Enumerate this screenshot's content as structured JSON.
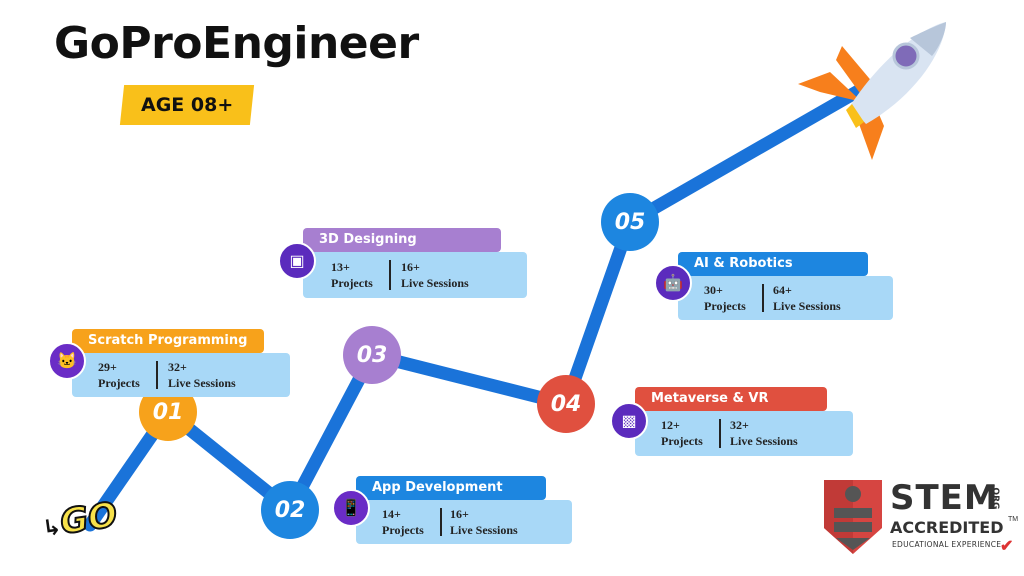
{
  "header": {
    "title": "GoProEngineer",
    "age_badge": "AGE 08+"
  },
  "colors": {
    "path": "#1a73d9",
    "stats_bg": "#a8d8f7",
    "icon_bg": "#5b2bbd"
  },
  "nodes": [
    {
      "label": "01",
      "color": "#f7a21b"
    },
    {
      "label": "02",
      "color": "#1d86e0"
    },
    {
      "label": "03",
      "color": "#a77fd0"
    },
    {
      "label": "04",
      "color": "#e0503f"
    },
    {
      "label": "05",
      "color": "#1d86e0"
    }
  ],
  "courses": [
    {
      "name": "Scratch Programming",
      "color": "#f7a21b",
      "icon": "scratch-cat-icon",
      "projects_count": "29+",
      "projects_label": "Projects",
      "sessions_count": "32+",
      "sessions_label": "Live Sessions"
    },
    {
      "name": "App Development",
      "color": "#1d86e0",
      "icon": "mobile-app-icon",
      "projects_count": "14+",
      "projects_label": "Projects",
      "sessions_count": "16+",
      "sessions_label": "Live Sessions"
    },
    {
      "name": "3D Designing",
      "color": "#a77fd0",
      "icon": "3d-printer-icon",
      "projects_count": "13+",
      "projects_label": "Projects",
      "sessions_count": "16+",
      "sessions_label": "Live Sessions"
    },
    {
      "name": "Metaverse & VR",
      "color": "#e0503f",
      "icon": "vr-headset-icon",
      "projects_count": "12+",
      "projects_label": "Projects",
      "sessions_count": "32+",
      "sessions_label": "Live Sessions"
    },
    {
      "name": "AI & Robotics",
      "color": "#1d86e0",
      "icon": "robot-icon",
      "projects_count": "30+",
      "projects_label": "Projects",
      "sessions_count": "64+",
      "sessions_label": "Live Sessions"
    }
  ],
  "logo_go": "GO",
  "stem_badge": {
    "title": "STEM",
    "org": ".ORG",
    "accredited": "ACCREDITED",
    "tm": "TM",
    "subtitle": "EDUCATIONAL EXPERIENCE"
  }
}
